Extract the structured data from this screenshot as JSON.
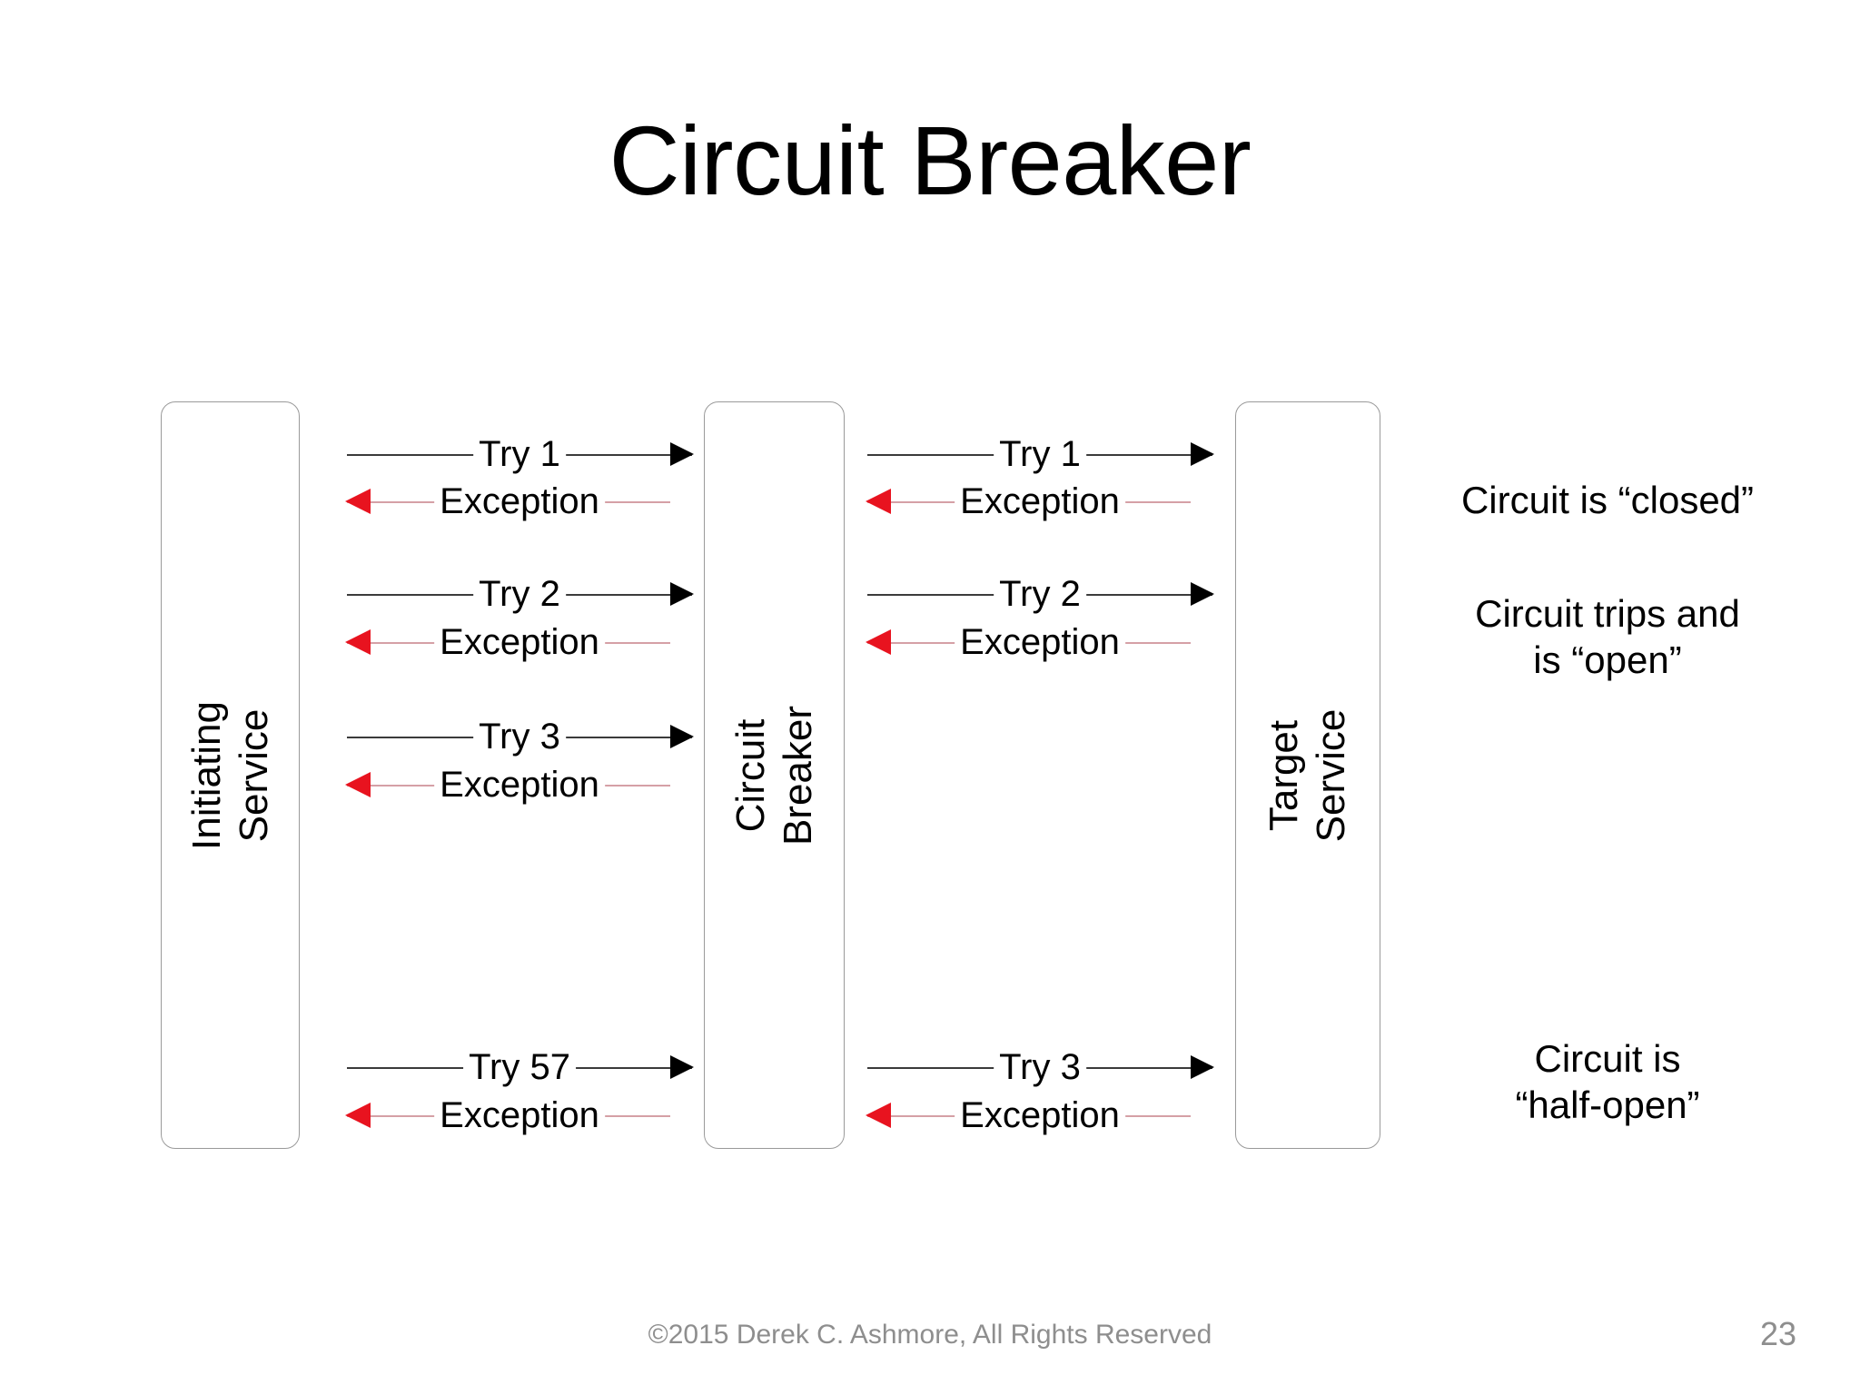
{
  "slide": {
    "title": "Circuit Breaker",
    "page_number": "23",
    "copyright": "©2015 Derek C. Ashmore, All Rights Reserved"
  },
  "colors": {
    "request_line": "#3b3b3b",
    "request_arrowhead": "#000000",
    "exception_line": "#d5a0a6",
    "exception_arrowhead": "#e8131f",
    "box_border": "#9a9a9a",
    "footer_text": "#8e8e8e"
  },
  "lifelines": [
    {
      "id": "initiating",
      "line1": "Initiating",
      "line2": "Service"
    },
    {
      "id": "breaker",
      "line1": "Circuit",
      "line2": "Breaker"
    },
    {
      "id": "target",
      "line1": "Target",
      "line2": "Service"
    }
  ],
  "channels": {
    "left": {
      "from": "Initiating Service",
      "to": "Circuit Breaker",
      "messages": [
        {
          "label": "Try 1",
          "direction": "right",
          "kind": "request"
        },
        {
          "label": "Exception",
          "direction": "left",
          "kind": "exception"
        },
        {
          "label": "Try 2",
          "direction": "right",
          "kind": "request"
        },
        {
          "label": "Exception",
          "direction": "left",
          "kind": "exception"
        },
        {
          "label": "Try 3",
          "direction": "right",
          "kind": "request"
        },
        {
          "label": "Exception",
          "direction": "left",
          "kind": "exception"
        },
        {
          "label": "Try 57",
          "direction": "right",
          "kind": "request"
        },
        {
          "label": "Exception",
          "direction": "left",
          "kind": "exception"
        }
      ]
    },
    "right": {
      "from": "Circuit Breaker",
      "to": "Target Service",
      "messages": [
        {
          "label": "Try 1",
          "direction": "right",
          "kind": "request"
        },
        {
          "label": "Exception",
          "direction": "left",
          "kind": "exception"
        },
        {
          "label": "Try 2",
          "direction": "right",
          "kind": "request"
        },
        {
          "label": "Exception",
          "direction": "left",
          "kind": "exception"
        },
        {
          "label": "Try 3",
          "direction": "right",
          "kind": "request"
        },
        {
          "label": "Exception",
          "direction": "left",
          "kind": "exception"
        }
      ]
    }
  },
  "annotations": [
    {
      "id": "closed",
      "line1": "Circuit is “closed”",
      "line2": ""
    },
    {
      "id": "open",
      "line1": "Circuit trips and",
      "line2": "is “open”"
    },
    {
      "id": "half_open",
      "line1": "Circuit is",
      "line2": "“half-open”"
    }
  ]
}
